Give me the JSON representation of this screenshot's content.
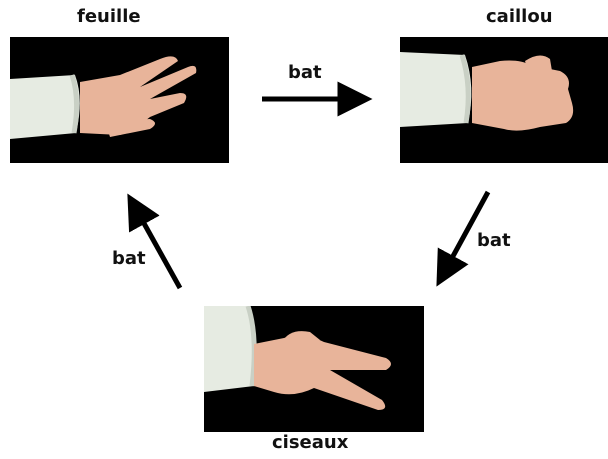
{
  "nodes": {
    "feuille": {
      "label": "feuille",
      "image": "hand-paper"
    },
    "caillou": {
      "label": "caillou",
      "image": "hand-rock"
    },
    "ciseaux": {
      "label": "ciseaux",
      "image": "hand-scissors"
    }
  },
  "edges": [
    {
      "from": "feuille",
      "to": "caillou",
      "label": "bat"
    },
    {
      "from": "caillou",
      "to": "ciseaux",
      "label": "bat"
    },
    {
      "from": "ciseaux",
      "to": "feuille",
      "label": "bat"
    }
  ],
  "colors": {
    "panel_bg": "#000000",
    "sleeve": "#e6ebe2",
    "skin": "#e8b49a",
    "arrow": "#000000"
  }
}
